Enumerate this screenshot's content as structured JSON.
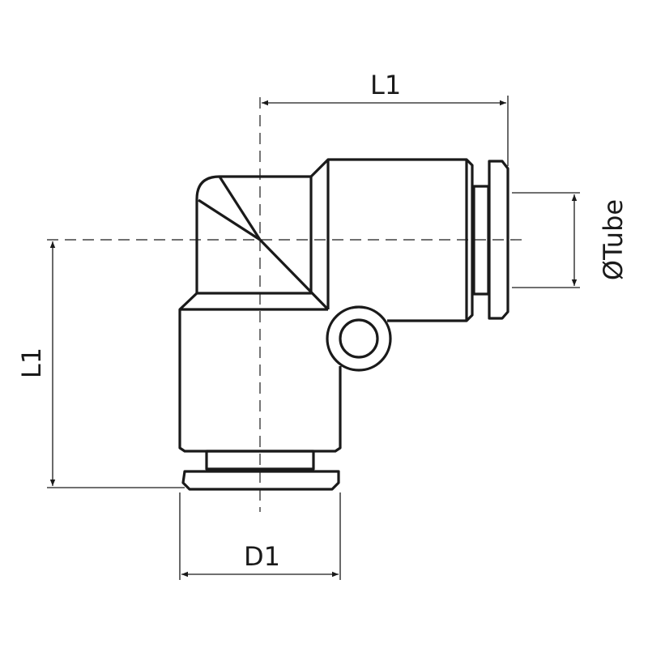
{
  "dimensions": {
    "top_length": "L1",
    "left_length": "L1",
    "diameter": "D1",
    "tube": "ØTube"
  },
  "colors": {
    "line": "#1a1a1a",
    "background": "#ffffff"
  }
}
